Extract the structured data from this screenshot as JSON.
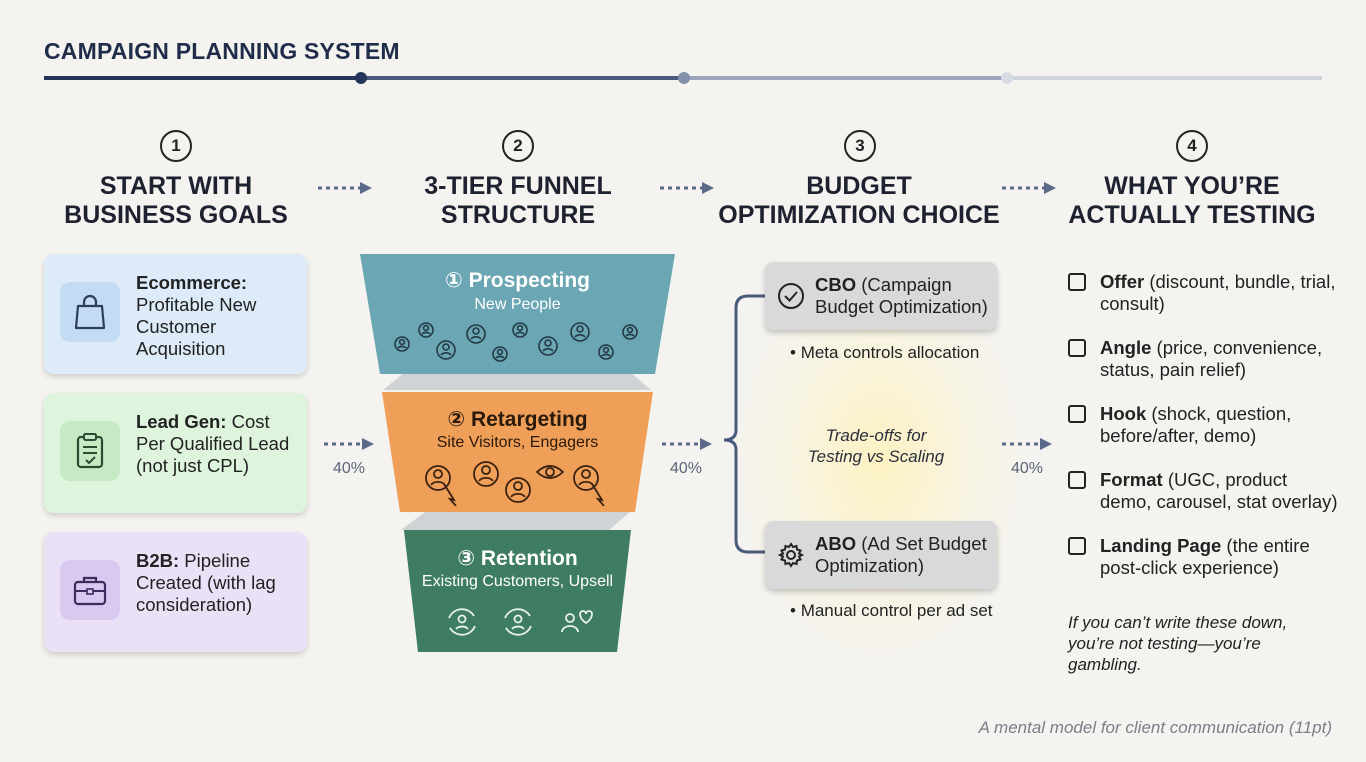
{
  "title": "CAMPAIGN PLANNING SYSTEM",
  "columns": [
    {
      "number": "1",
      "title_line1": "START WITH",
      "title_line2": "BUSINESS GOALS"
    },
    {
      "number": "2",
      "title_line1": "3-TIER FUNNEL",
      "title_line2": "STRUCTURE"
    },
    {
      "number": "3",
      "title_line1": "BUDGET",
      "title_line2": "OPTIMIZATION CHOICE"
    },
    {
      "number": "4",
      "title_line1": "WHAT YOU’RE",
      "title_line2": "ACTUALLY TESTING"
    }
  ],
  "goals": [
    {
      "bold": "Ecommerce:",
      "rest": "Profitable New Customer Acquisition",
      "icon": "shopping-bag-icon",
      "bg": "#ddebf8",
      "icon_bg": "#c4dcf3"
    },
    {
      "bold": "Lead Gen:",
      "rest": " Cost Per Qualified Lead (not just CPL)",
      "icon": "clipboard-icon",
      "bg": "#def4dd",
      "icon_bg": "#c6eac4"
    },
    {
      "bold": "B2B:",
      "rest": " Pipeline Created (with lag consideration)",
      "icon": "briefcase-icon",
      "bg": "#ebe1f6",
      "icon_bg": "#d9c8ef"
    }
  ],
  "funnel": [
    {
      "label": "① Prospecting",
      "sub": "New People",
      "color": "#5a9aa8"
    },
    {
      "label": "② Retargeting",
      "sub": "Site Visitors, Engagers",
      "color": "#f0a25a"
    },
    {
      "label": "③ Retention",
      "sub": "Existing Customers, Upsell",
      "color": "#3a7a5e"
    }
  ],
  "percents": [
    "40%",
    "40%",
    "40%"
  ],
  "budget": {
    "cbo_bold": "CBO",
    "cbo_rest": " (Campaign Budget Optimization)",
    "cbo_bullet": "Meta controls allocation",
    "tradeoff_line1": "Trade-offs for",
    "tradeoff_line2": "Testing vs Scaling",
    "abo_bold": "ABO",
    "abo_rest": " (Ad Set Budget Optimization)",
    "abo_bullet": "Manual control per ad set"
  },
  "tests": [
    {
      "bold": "Offer",
      "rest": " (discount, bundle, trial, consult)"
    },
    {
      "bold": "Angle",
      "rest": " (price, convenience, status, pain relief)"
    },
    {
      "bold": "Hook",
      "rest": " (shock, question, before/after, demo)"
    },
    {
      "bold": "Format",
      "rest": " (UGC, product demo, carousel, stat overlay)"
    },
    {
      "bold": "Landing Page",
      "rest": " (the entire post-click experience)"
    }
  ],
  "test_note": "If you can’t write these down, you’re not testing—you’re gambling.",
  "footer": "A mental model for client communication (11pt)"
}
